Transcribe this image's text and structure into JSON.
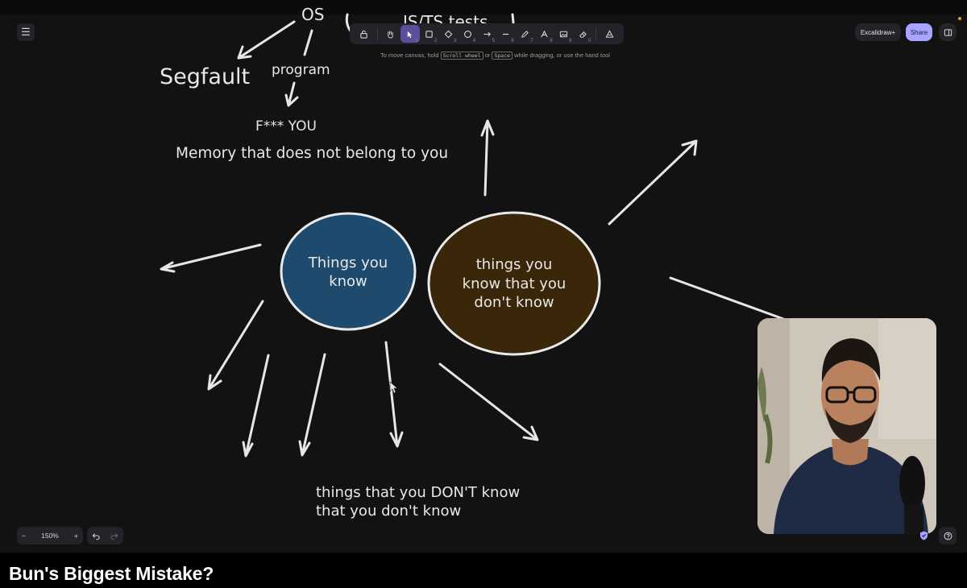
{
  "canvas": {
    "os_label": "OS",
    "top_label": "JS/TS tests",
    "segfault": "Segfault",
    "program": "program",
    "f_you": "F*** YOU",
    "memory": "Memory that does not belong to you",
    "circle_known": [
      "Things you",
      "know"
    ],
    "circle_known_unknown": [
      "things you",
      "know that you",
      "don't know"
    ],
    "unknown_unknowns": [
      "things that you DON'T know",
      "that you don't know"
    ],
    "circle_known_fill": "#1e4a6e",
    "circle_known_unknown_fill": "#3a2608"
  },
  "toolbar": {
    "tools": [
      {
        "icon": "lock-icon",
        "key": ""
      },
      {
        "icon": "hand-icon",
        "key": ""
      },
      {
        "icon": "selection-icon",
        "key": "1"
      },
      {
        "icon": "rectangle-icon",
        "key": "2"
      },
      {
        "icon": "diamond-icon",
        "key": "3"
      },
      {
        "icon": "ellipse-icon",
        "key": "4"
      },
      {
        "icon": "arrow-icon",
        "key": "5"
      },
      {
        "icon": "line-icon",
        "key": "6"
      },
      {
        "icon": "pencil-icon",
        "key": "7"
      },
      {
        "icon": "text-icon",
        "key": "8"
      },
      {
        "icon": "image-icon",
        "key": "9"
      },
      {
        "icon": "eraser-icon",
        "key": "0"
      },
      {
        "icon": "more-tools-icon",
        "key": ""
      }
    ],
    "active_tool": "selection-icon",
    "accent": "#a8a5ff"
  },
  "hint": {
    "prefix": "To move canvas, hold",
    "key1": "Scroll wheel",
    "or": "or",
    "key2": "Space",
    "suffix": "while dragging, or use the hand tool"
  },
  "header_right": {
    "excalidraw_plus": "Excalidraw+",
    "share": "Share"
  },
  "footer": {
    "zoom": "150%",
    "zoom_out": "−",
    "zoom_in": "+"
  },
  "video": {
    "title": "Bun's Biggest Mistake?"
  }
}
